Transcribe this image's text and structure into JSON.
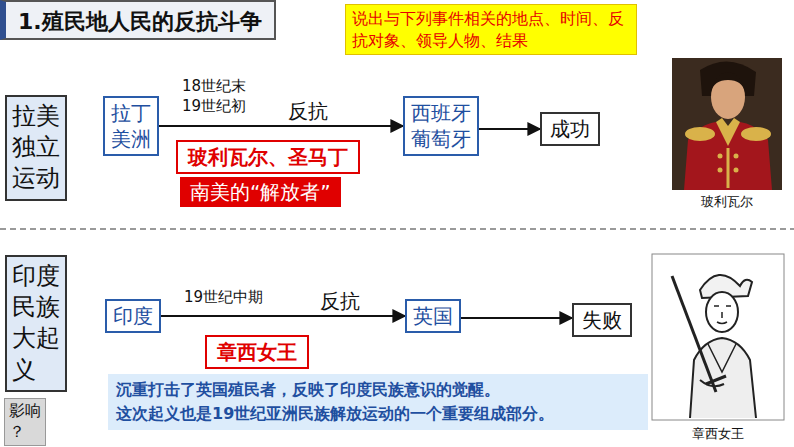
{
  "diagram": {
    "title": "1.殖民地人民的反抗斗争",
    "nodes": [
      {
        "text": [
          "说出与下列事件相关的地点、时间、反抗对象、领导人物、结果"
        ]
      },
      {
        "text": [
          "拉美独立运动"
        ]
      },
      {
        "text": [
          "拉丁美洲"
        ]
      },
      {
        "text": [
          "玻利瓦尔、圣马丁"
        ]
      },
      {
        "text": [
          "南美的“解放者”"
        ]
      },
      {
        "text": [
          "西班牙葡萄牙"
        ]
      },
      {
        "text": [
          "成功"
        ]
      },
      {
        "text": [
          "印度民族大起义"
        ]
      },
      {
        "text": [
          "印度"
        ]
      },
      {
        "text": [
          "章西女王"
        ]
      },
      {
        "text": [
          "英国"
        ]
      },
      {
        "text": [
          "失败"
        ]
      },
      {
        "text": [
          "沉重打击了英国殖民者，反映了印度民族意识的觉醒。",
          "这次起义也是19世纪亚洲民族解放运动的一个重要组成部分。"
        ]
      },
      {
        "text": [
          "影响？"
        ]
      }
    ],
    "edges": [
      {
        "from": 2,
        "to": 5,
        "label": "反抗",
        "arrow": "to"
      },
      {
        "from": 5,
        "to": 6,
        "arrow": "to"
      },
      {
        "from": 8,
        "to": 10,
        "label": "反抗",
        "arrow": "to"
      },
      {
        "from": 10,
        "to": 11,
        "arrow": "to"
      }
    ],
    "labels": [
      "18世纪末 19世纪初",
      "19世纪中期",
      "玻利瓦尔",
      "章西女王"
    ]
  }
}
